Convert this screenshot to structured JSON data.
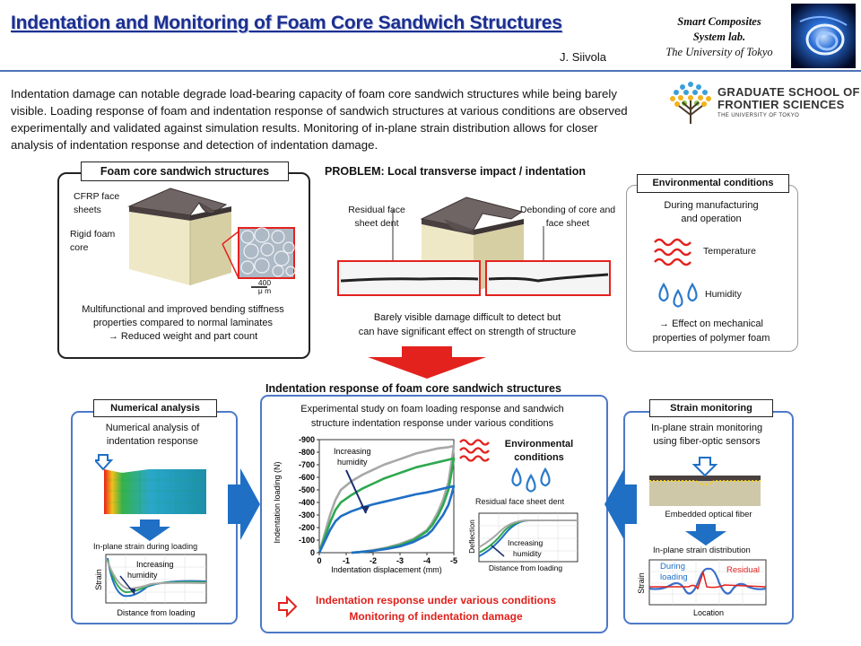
{
  "header": {
    "title": "Indentation and Monitoring of Foam Core Sandwich Structures",
    "author": "J. Siivola",
    "lab_line1": "Smart Composites",
    "lab_line2": "System lab.",
    "lab_line3": "The University of Tokyo"
  },
  "intro": "Indentation damage can notable degrade load-bearing capacity of foam core sandwich structures while being barely visible. Loading response of foam and indentation response of sandwich structures at various conditions are observed experimentally and validated against simulation results. Monitoring of in-plane strain distribution allows for closer analysis of indentation response and detection of indentation damage.",
  "logo": {
    "line1": "GRADUATE SCHOOL OF",
    "line2": "FRONTIER SCIENCES",
    "line3": "THE UNIVERSITY OF TOKYO"
  },
  "foam_box": {
    "title": "Foam core sandwich structures",
    "label_cfrp": "CFRP face sheets",
    "label_core": "Rigid foam core",
    "scale_num": "400",
    "scale_unit": "μ m",
    "desc1": "Multifunctional and improved bending stiffness",
    "desc2": "properties compared to normal laminates",
    "desc3": "→ Reduced weight and part count"
  },
  "problem": {
    "title": "PROBLEM: Local transverse impact / indentation",
    "label_dent": "Residual face sheet dent",
    "label_debond": "Debonding of core and face sheet",
    "desc1": "Barely visible damage difficult to detect but",
    "desc2": "can have significant effect on strength of structure"
  },
  "env_box": {
    "title": "Environmental conditions",
    "desc1": "During manufacturing",
    "desc2": "and operation",
    "temperature": "Temperature",
    "humidity": "Humidity",
    "effect1": "→ Effect on mechanical",
    "effect2": "properties of polymer foam"
  },
  "center": {
    "title": "Indentation response of foam core sandwich structures",
    "desc1": "Experimental study on foam loading response and sandwich",
    "desc2": "structure indentation response under various conditions",
    "env_title1": "Environmental",
    "env_title2": "conditions",
    "dent_label": "Residual face sheet dent",
    "outcome1": "Indentation response under various conditions",
    "outcome2": "Monitoring of indentation damage"
  },
  "numerical": {
    "title": "Numerical analysis",
    "desc1": "Numerical analysis of",
    "desc2": "indentation response",
    "strain_title": "In-plane strain during loading",
    "ylabel": "Strain",
    "xlabel": "Distance from loading",
    "annot1": "Increasing",
    "annot2": "humidity"
  },
  "strain": {
    "title": "Strain monitoring",
    "desc1": "In-plane strain monitoring",
    "desc2": "using fiber-optic sensors",
    "fiber_label": "Embedded optical fiber",
    "dist_title": "In-plane strain distribution",
    "ylabel": "Strain",
    "xlabel": "Location",
    "during1": "During",
    "during2": "loading",
    "residual": "Residual"
  },
  "colors": {
    "accent_blue": "#1b2f8f",
    "box_blue": "#4d79c7",
    "red": "#e0201b",
    "arrow_blue": "#1f6fc4"
  },
  "chart_data": [
    {
      "type": "line",
      "title": "",
      "xlabel": "Indentation displacement (mm)",
      "ylabel": "Indentation loading (N)",
      "xlim": [
        0,
        -5
      ],
      "ylim": [
        0,
        -900
      ],
      "xticks": [
        "0",
        "-1",
        "-2",
        "-3",
        "-4",
        "-5"
      ],
      "yticks": [
        "0",
        "-100",
        "-200",
        "-300",
        "-400",
        "-500",
        "-600",
        "-700",
        "-800",
        "-900"
      ],
      "annotation": "Increasing humidity",
      "series": [
        {
          "color": "#a8a8a8",
          "x": [
            0,
            -0.2,
            -0.4,
            -0.6,
            -0.8,
            -1.2,
            -1.6,
            -2.0,
            -2.4,
            -2.8,
            -3.2,
            -3.6,
            -4.0,
            -4.4,
            -4.8,
            -5.0,
            -4.9,
            -4.8,
            -4.6,
            -4.4,
            -4.2,
            -4.0,
            -3.5,
            -3.0,
            -2.5,
            -2.0,
            -1.5,
            -1.2
          ],
          "y": [
            0,
            -150,
            -300,
            -420,
            -500,
            -570,
            -620,
            -660,
            -700,
            -730,
            -760,
            -790,
            -810,
            -830,
            -840,
            -850,
            -700,
            -560,
            -420,
            -320,
            -240,
            -180,
            -110,
            -70,
            -40,
            -20,
            -5,
            0
          ]
        },
        {
          "color": "#2ea84f",
          "x": [
            0,
            -0.2,
            -0.4,
            -0.6,
            -0.8,
            -1.2,
            -1.6,
            -2.0,
            -2.4,
            -2.8,
            -3.2,
            -3.6,
            -4.0,
            -4.4,
            -4.8,
            -5.0,
            -4.9,
            -4.8,
            -4.6,
            -4.4,
            -4.2,
            -4.0,
            -3.5,
            -3.0,
            -2.5,
            -2.0,
            -1.5,
            -1.2
          ],
          "y": [
            0,
            -120,
            -240,
            -340,
            -400,
            -460,
            -510,
            -550,
            -590,
            -620,
            -650,
            -680,
            -700,
            -720,
            -740,
            -750,
            -620,
            -500,
            -380,
            -290,
            -220,
            -170,
            -100,
            -60,
            -35,
            -15,
            -5,
            0
          ]
        },
        {
          "color": "#1f6fc4",
          "x": [
            0,
            -0.2,
            -0.4,
            -0.6,
            -0.8,
            -1.2,
            -1.6,
            -2.0,
            -2.4,
            -2.8,
            -3.2,
            -3.6,
            -4.0,
            -4.4,
            -4.8,
            -5.0,
            -4.9,
            -4.8,
            -4.6,
            -4.4,
            -4.2,
            -4.0,
            -3.5,
            -3.0,
            -2.5,
            -2.0,
            -1.5,
            -1.2
          ],
          "y": [
            0,
            -90,
            -180,
            -250,
            -290,
            -330,
            -360,
            -385,
            -405,
            -425,
            -445,
            -465,
            -480,
            -500,
            -520,
            -530,
            -450,
            -380,
            -300,
            -240,
            -180,
            -140,
            -85,
            -50,
            -30,
            -15,
            -5,
            0
          ]
        }
      ]
    }
  ]
}
